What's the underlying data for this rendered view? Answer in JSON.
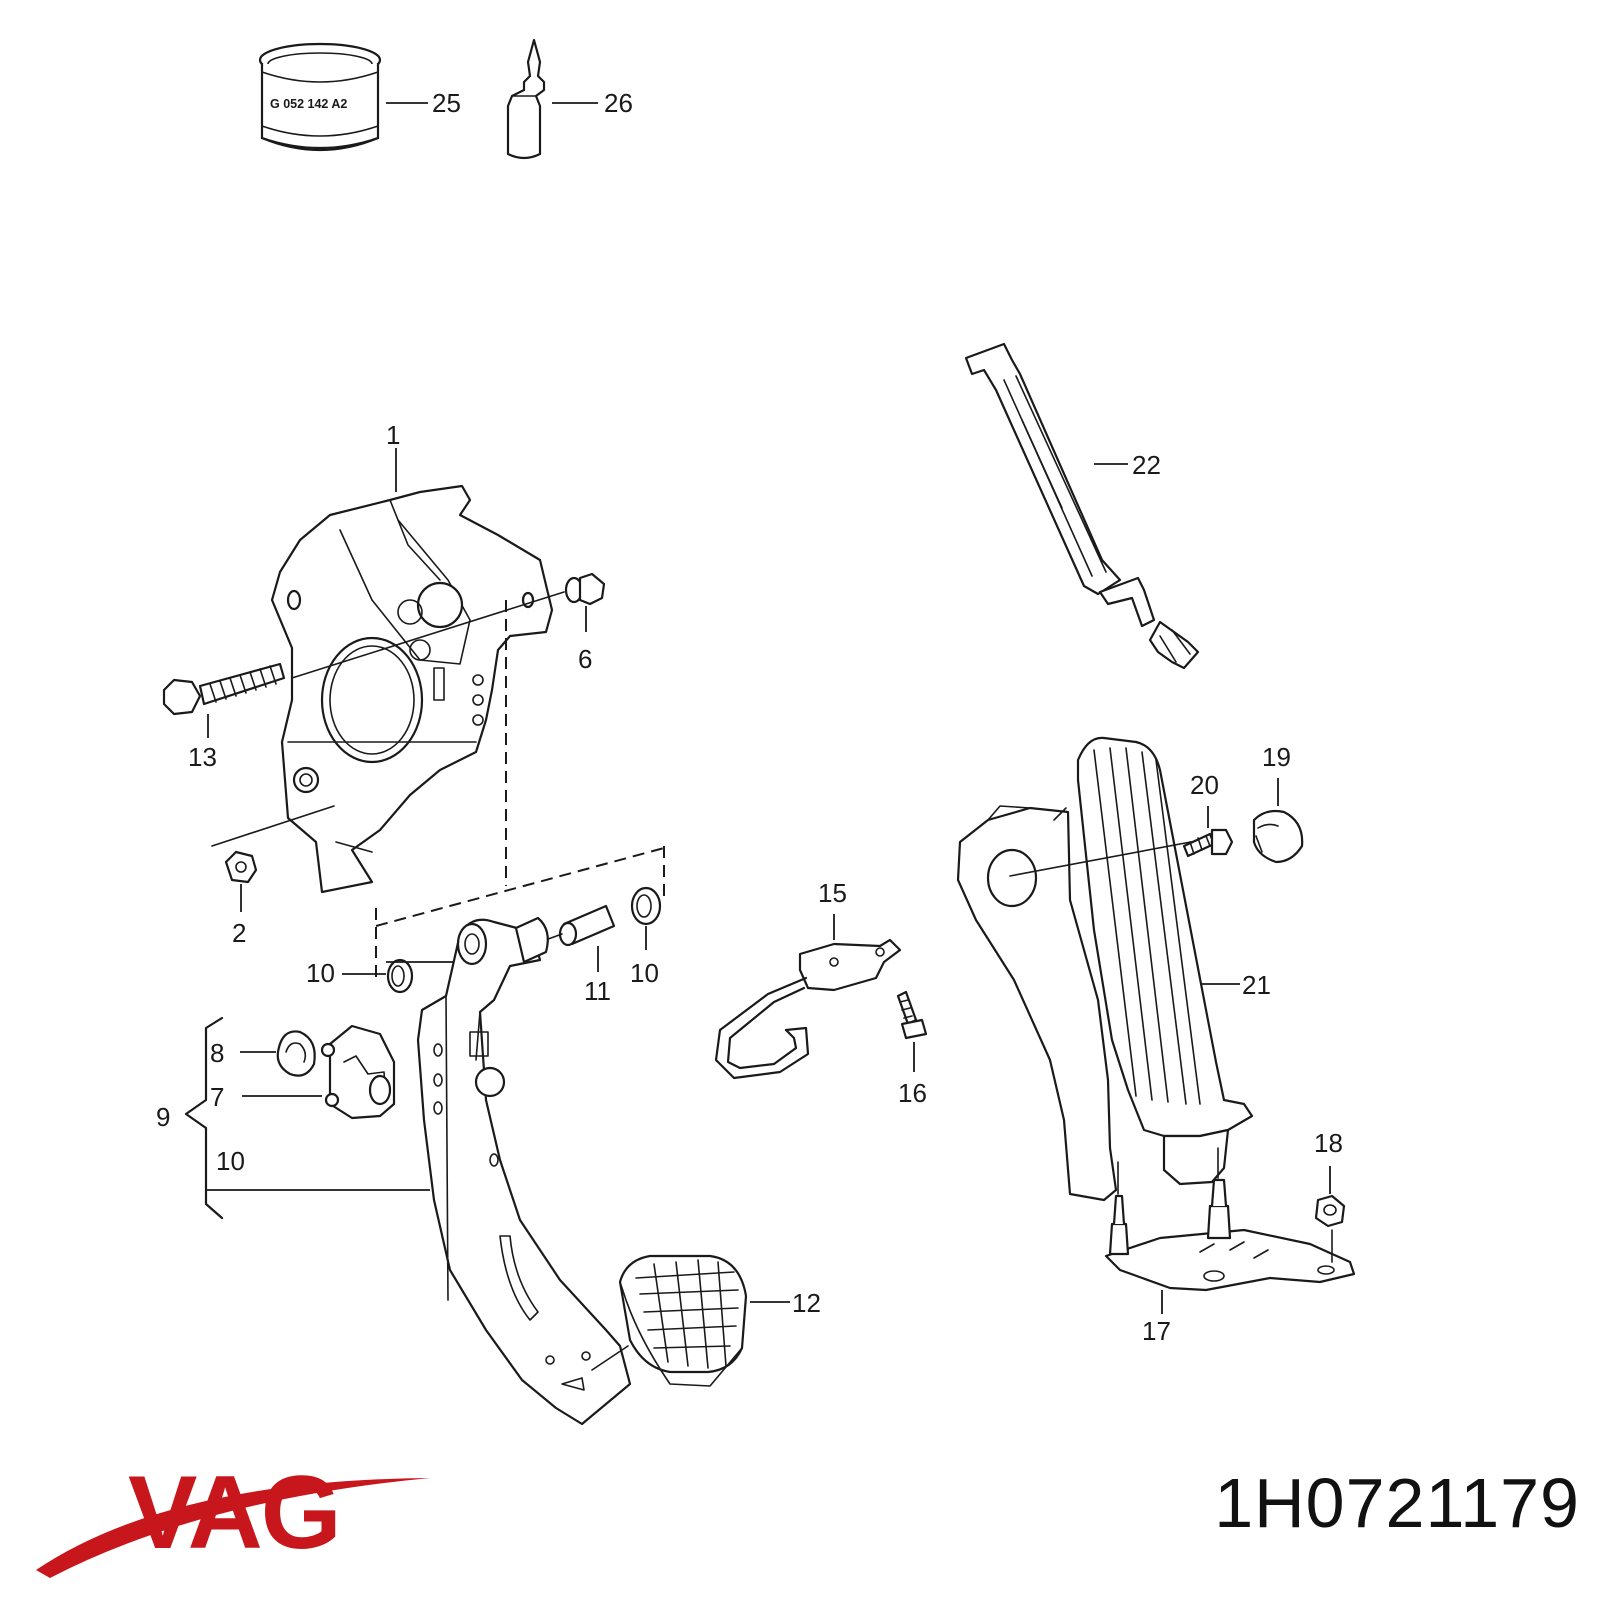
{
  "diagram": {
    "brand": "VAG",
    "part_number": "1H0721179",
    "can_label": "G 052 142 A2",
    "callouts": [
      "1",
      "2",
      "6",
      "7",
      "8",
      "9",
      "10",
      "10",
      "10",
      "11",
      "12",
      "13",
      "15",
      "16",
      "17",
      "18",
      "19",
      "20",
      "21",
      "22",
      "25",
      "26"
    ]
  },
  "colors": {
    "line": "#1a1a1a",
    "brand_red": "#c8161d"
  }
}
